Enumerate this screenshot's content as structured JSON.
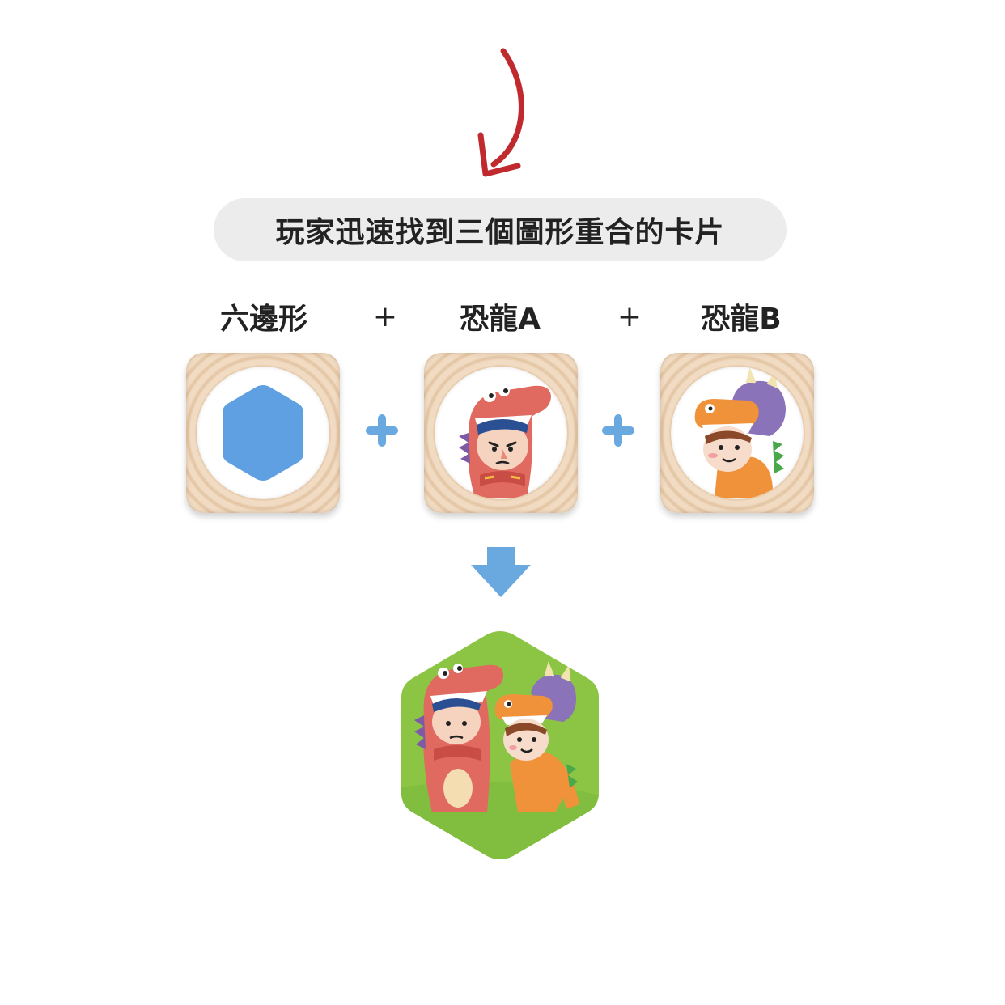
{
  "instruction": "玩家迅速找到三個圖形重合的卡片",
  "labels": {
    "shape": "六邊形",
    "plus1": "+",
    "dinoA": "恐龍A",
    "plus2": "+",
    "dinoB": "恐龍B"
  },
  "dice": [
    {
      "face": "hexagon-icon"
    },
    {
      "face": "dinosaur-a-icon"
    },
    {
      "face": "dinosaur-b-icon"
    }
  ],
  "result_card": {
    "shape": "hexagon",
    "characters": [
      "dinosaur-a-icon",
      "dinosaur-b-icon"
    ]
  },
  "colors": {
    "arrow_red": "#c0292e",
    "accent_blue": "#6aa8e0",
    "hex_blue": "#5fa0e2",
    "card_green": "#8cc544",
    "dino_a": "#e06a5f",
    "dino_b_orange": "#f0923a",
    "dino_b_purple": "#8a73b8"
  }
}
